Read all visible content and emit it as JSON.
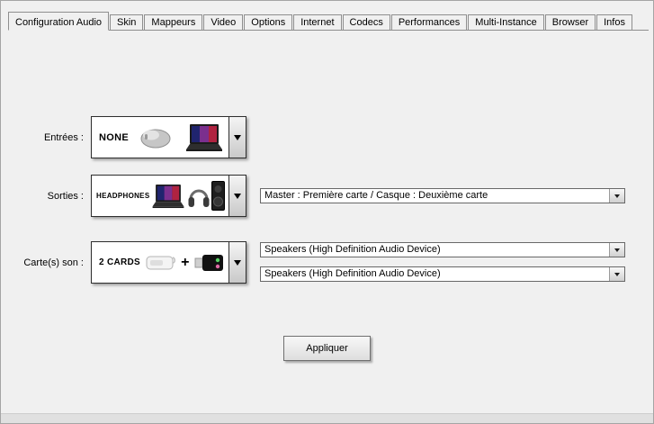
{
  "window": {
    "bg_color": "#f0f0f0",
    "border_color": "#a5a5a5",
    "field_border_color": "#2e2e2e"
  },
  "tabs": [
    {
      "label": "Configuration Audio",
      "active": true
    },
    {
      "label": "Skin",
      "active": false
    },
    {
      "label": "Mappeurs",
      "active": false
    },
    {
      "label": "Video",
      "active": false
    },
    {
      "label": "Options",
      "active": false
    },
    {
      "label": "Internet",
      "active": false
    },
    {
      "label": "Codecs",
      "active": false
    },
    {
      "label": "Performances",
      "active": false
    },
    {
      "label": "Multi-Instance",
      "active": false
    },
    {
      "label": "Browser",
      "active": false
    },
    {
      "label": "Infos",
      "active": false
    }
  ],
  "fields": {
    "entrees": {
      "label": "Entrées :",
      "selected": "NONE"
    },
    "sorties": {
      "label": "Sorties :",
      "selected": "HEADPHONES",
      "routing_select": {
        "value": "Master : Première carte / Casque : Deuxième carte"
      }
    },
    "cartes_son": {
      "label": "Carte(s) son :",
      "selected": "2 CARDS",
      "card1_select": {
        "value": "Speakers (High Definition Audio Device)"
      },
      "card2_select": {
        "value": "Speakers (High Definition Audio Device)"
      }
    }
  },
  "buttons": {
    "apply": "Appliquer"
  },
  "icons": {
    "plus": "+",
    "dropdown_arrow": "▼",
    "entrees_images": [
      "mouse-icon",
      "laptop-icon"
    ],
    "sorties_images": [
      "laptop-icon",
      "headphones-icon",
      "speaker-icon"
    ],
    "cartes_images": [
      "soundcard-icon",
      "plus-icon",
      "usb-audio-adapter-icon"
    ]
  }
}
